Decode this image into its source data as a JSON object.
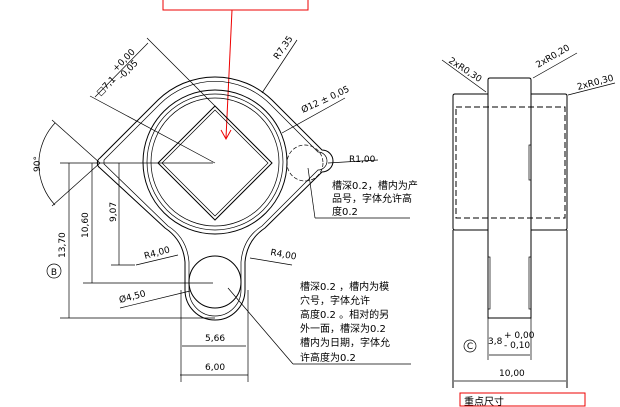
{
  "front_view": {
    "dims": {
      "square": "□7,1",
      "square_tol_upper": "+0,00",
      "square_tol_lower": "-0,05",
      "r735": "R7,35",
      "dia12": "Ø12 ± 0,05",
      "r100": "R1,00",
      "angle": "90°",
      "h1370": "13,70",
      "h1060": "10,60",
      "h907": "9,07",
      "r400_left": "R4,00",
      "r400_right": "R4,00",
      "dia450": "Ø4,50",
      "w566": "5,66",
      "w600": "6,00"
    },
    "datum_b": "B",
    "note1": [
      "槽深0.2，槽内为产",
      "品号，字体允许高",
      "度0.2"
    ],
    "note2": [
      "槽深0.2 ，槽内为模",
      "穴号，字体允许",
      "高度0.2 。相对的另",
      "外一面，槽深为0.2",
      "槽内为日期，字体允",
      "许高度为0.2"
    ]
  },
  "side_view": {
    "dims": {
      "r030_left": "2xR0,30",
      "r020": "2xR0,20",
      "r030_right": "2xR0,30",
      "w38": "3,8",
      "w38_tol_upper": "+ 0,00",
      "w38_tol_lower": "- 0,10",
      "w1000": "10,00"
    },
    "datum_c": "C"
  },
  "highlight_label": "重点尺寸",
  "colors": {
    "highlight": "#e00000",
    "line": "#000000"
  }
}
